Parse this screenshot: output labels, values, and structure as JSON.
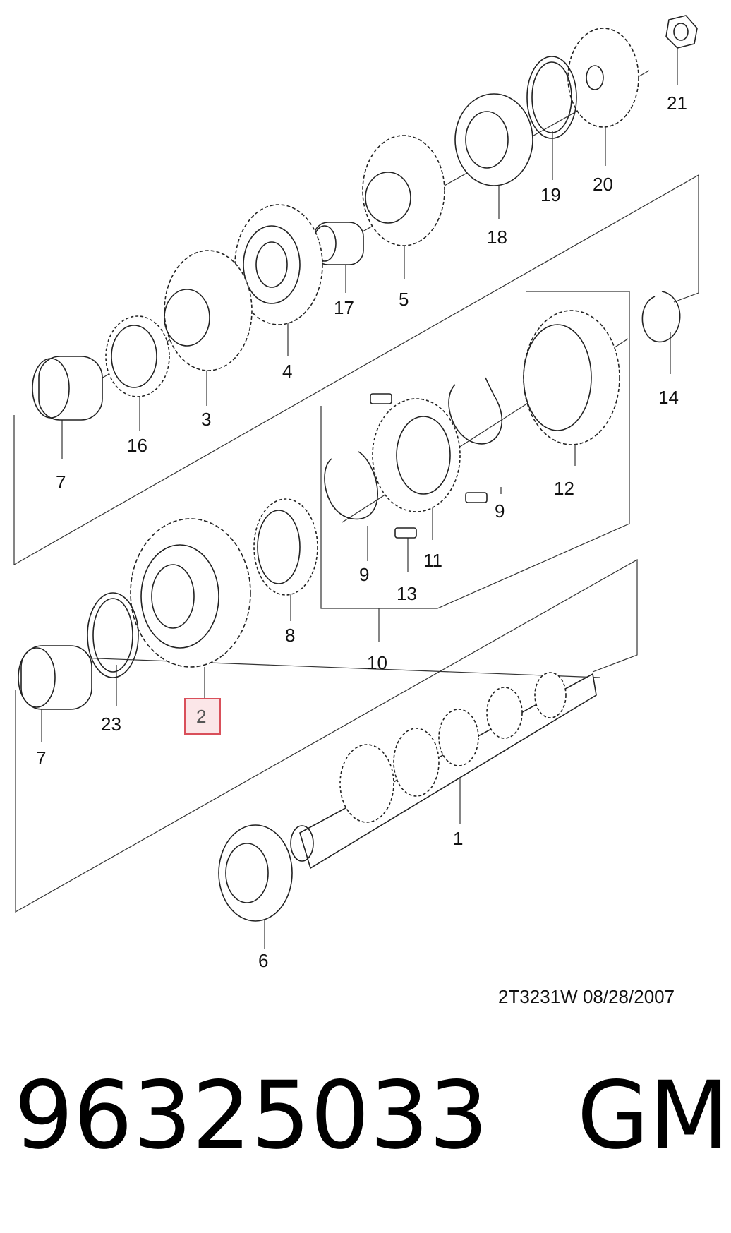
{
  "labels": {
    "p1": "1",
    "p2": "2",
    "p3": "3",
    "p4": "4",
    "p5": "5",
    "p6": "6",
    "p7a": "7",
    "p7b": "7",
    "p8": "8",
    "p9a": "9",
    "p9b": "9",
    "p10": "10",
    "p11": "11",
    "p12": "12",
    "p13": "13",
    "p14": "14",
    "p16": "16",
    "p17": "17",
    "p18": "18",
    "p19": "19",
    "p20": "20",
    "p21": "21",
    "p23": "23"
  },
  "drawing_code": "2T3231W  08/28/2007",
  "part_number": "96325033",
  "brand": "GM",
  "highlight_color": "#d94f5a"
}
